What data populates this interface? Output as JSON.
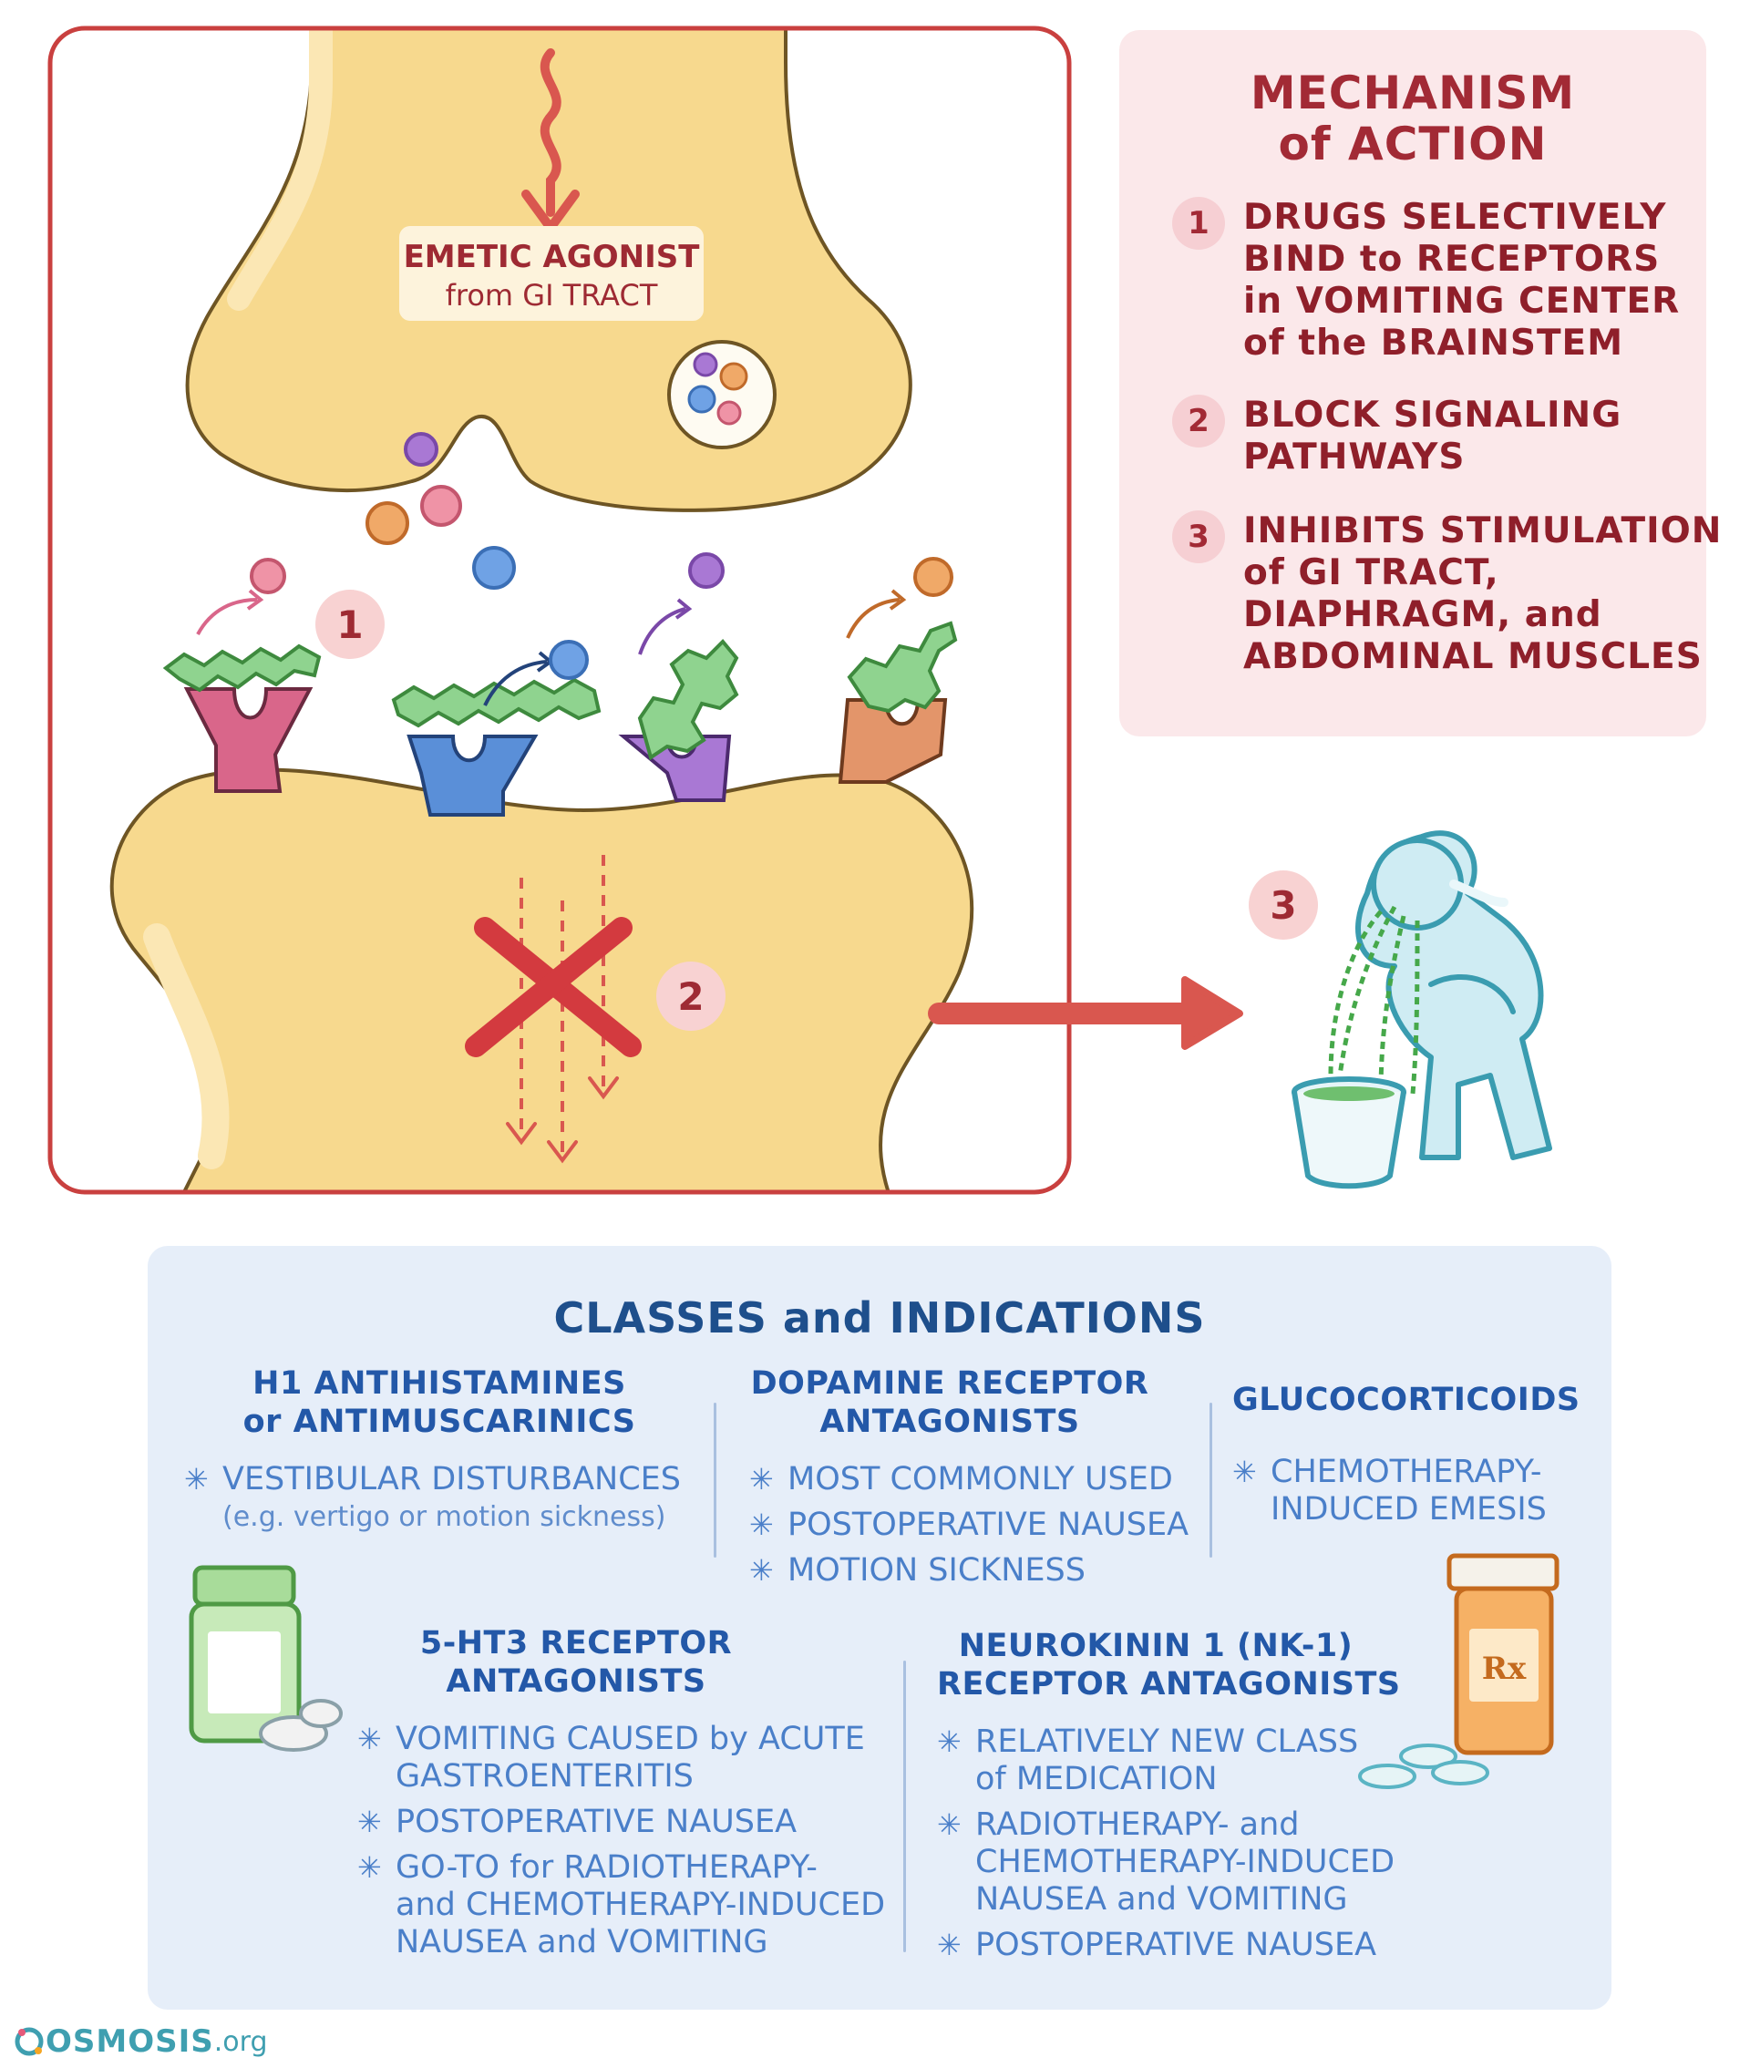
{
  "synapse": {
    "agonist_label_line1": "EMETIC AGONIST",
    "agonist_label_line2": "from GI TRACT",
    "markers": [
      "1",
      "2",
      "3"
    ]
  },
  "mechanism": {
    "title_line1": "MECHANISM",
    "title_line2": "of ACTION",
    "items": [
      {
        "number": "1",
        "lines": [
          "DRUGS SELECTIVELY",
          "BIND to RECEPTORS",
          "in VOMITING CENTER",
          "of the BRAINSTEM"
        ]
      },
      {
        "number": "2",
        "lines": [
          "BLOCK SIGNALING",
          "PATHWAYS"
        ]
      },
      {
        "number": "3",
        "lines": [
          "INHIBITS STIMULATION",
          "of GI TRACT,",
          "DIAPHRAGM, and",
          "ABDOMINAL MUSCLES"
        ]
      }
    ]
  },
  "classes": {
    "title": "CLASSES and INDICATIONS",
    "h1": {
      "heading": [
        "H1 ANTIHISTAMINES",
        "or ANTIMUSCARINICS"
      ],
      "bullets": [
        [
          "VESTIBULAR DISTURBANCES",
          "(e.g. vertigo or motion  sickness)"
        ]
      ]
    },
    "dopamine": {
      "heading": [
        "DOPAMINE RECEPTOR",
        "ANTAGONISTS"
      ],
      "bullets": [
        [
          "MOST COMMONLY USED"
        ],
        [
          "POSTOPERATIVE NAUSEA"
        ],
        [
          "MOTION SICKNESS"
        ]
      ]
    },
    "gluco": {
      "heading": [
        "GLUCOCORTICOIDS"
      ],
      "bullets": [
        [
          "CHEMOTHERAPY-",
          "INDUCED EMESIS"
        ]
      ]
    },
    "ht3": {
      "heading": [
        "5-HT3 RECEPTOR",
        "ANTAGONISTS"
      ],
      "bullets": [
        [
          "VOMITING CAUSED by ACUTE",
          "GASTROENTERITIS"
        ],
        [
          "POSTOPERATIVE NAUSEA"
        ],
        [
          "GO-TO for RADIOTHERAPY-",
          "and CHEMOTHERAPY-INDUCED",
          "NAUSEA and VOMITING"
        ]
      ]
    },
    "nk1": {
      "heading": [
        "NEUROKININ 1 (NK-1)",
        "RECEPTOR ANTAGONISTS"
      ],
      "bullets": [
        [
          "RELATIVELY NEW CLASS",
          "of MEDICATION"
        ],
        [
          "RADIOTHERAPY- and",
          "CHEMOTHERAPY-INDUCED",
          "NAUSEA and VOMITING"
        ],
        [
          "POSTOPERATIVE NAUSEA"
        ]
      ]
    },
    "rx_label": "Rx"
  },
  "logo": {
    "text": "OSMOSIS",
    "suffix": ".org"
  },
  "colors": {
    "panel_border": "#c9403f",
    "neuron_fill": "#f7d98e",
    "mechanism_bg": "#fbe8ea",
    "mechanism_text": "#8f1f2a",
    "classes_bg": "#e6eef9",
    "classes_heading": "#2358a8",
    "classes_text": "#4a7fc9"
  }
}
